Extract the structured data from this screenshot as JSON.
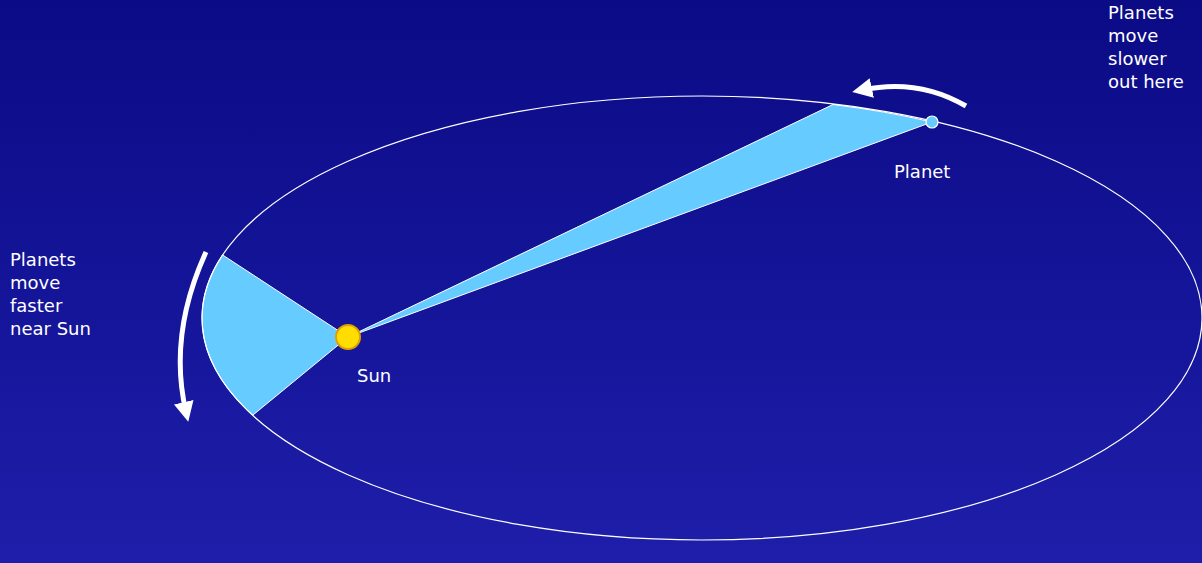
{
  "diagram": {
    "labels": [
      "Planets move slower out here",
      "Planet",
      "Planets move faster near Sun",
      "Sun"
    ]
  }
}
